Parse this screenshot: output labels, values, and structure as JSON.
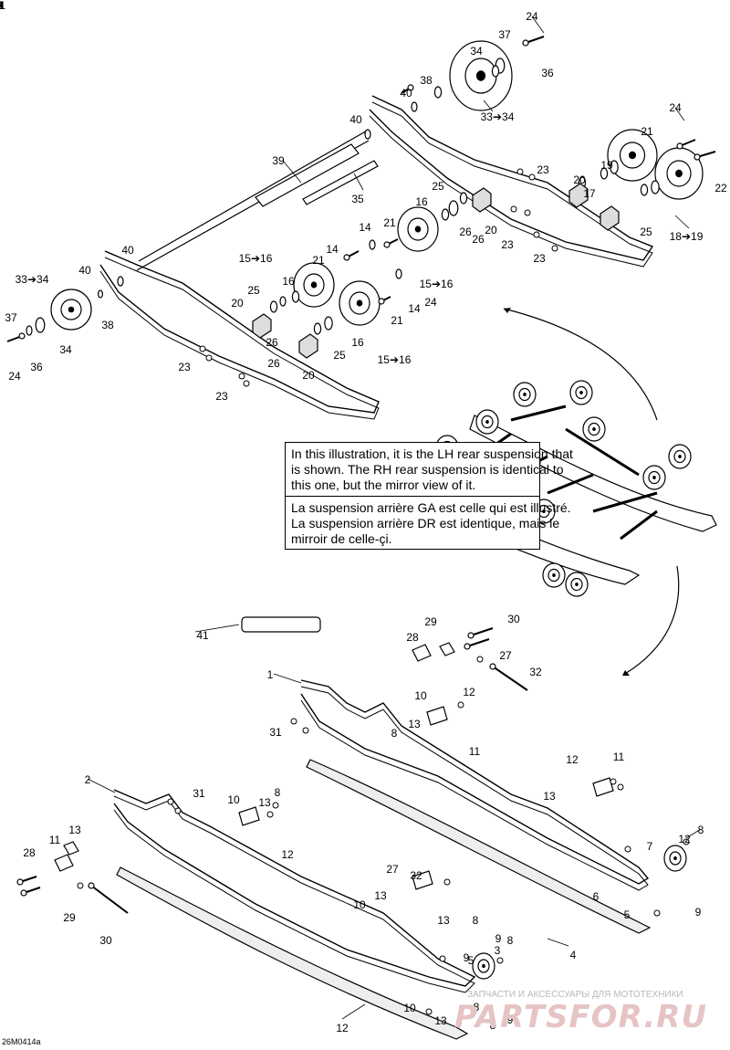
{
  "figure_code": "26M0414a",
  "note": {
    "en_line1": "In this illustration, it is the LH rear suspension that",
    "en_line2": "is shown. The RH rear suspension is identical to",
    "en_line3": "this one, but the mirror view of it.",
    "fr_line1": "La suspension arrière GA est celle qui est illustré.",
    "fr_line2": "La suspension arrière DR est identique, mais le",
    "fr_line3": "mirroir de celle-çi."
  },
  "watermark": {
    "tagline": "ЗАПЧАСТИ И АКСЕССУАРЫ ДЛЯ МОТОТЕХНИКИ",
    "logo": "PARTSFOR.RU"
  },
  "callouts": [
    "24",
    "37",
    "36",
    "34",
    "33➔34",
    "38",
    "40",
    "40",
    "39",
    "35",
    "24",
    "21",
    "19",
    "17",
    "20",
    "22",
    "18➔19",
    "23",
    "25",
    "26",
    "25",
    "16",
    "21",
    "14",
    "20",
    "26",
    "23",
    "23",
    "15➔16",
    "21",
    "14",
    "24",
    "14",
    "21",
    "16",
    "15➔16",
    "25",
    "16",
    "26",
    "20",
    "25",
    "20",
    "15➔16",
    "23",
    "23",
    "26",
    "40",
    "40",
    "33➔34",
    "37",
    "36",
    "24",
    "34",
    "38",
    "41",
    "29",
    "30",
    "28",
    "27",
    "32",
    "1",
    "10",
    "13",
    "12",
    "31",
    "8",
    "11",
    "2",
    "31",
    "10",
    "13",
    "8",
    "12",
    "13",
    "11",
    "28",
    "29",
    "30",
    "27",
    "32",
    "10",
    "13",
    "8",
    "13",
    "12",
    "11",
    "13",
    "8",
    "12",
    "7",
    "9",
    "5",
    "6",
    "4",
    "9",
    "8",
    "3",
    "9",
    "5",
    "8",
    "9",
    "10",
    "13",
    "8",
    "12",
    "11",
    "6",
    "7",
    "9",
    "4",
    "3"
  ]
}
